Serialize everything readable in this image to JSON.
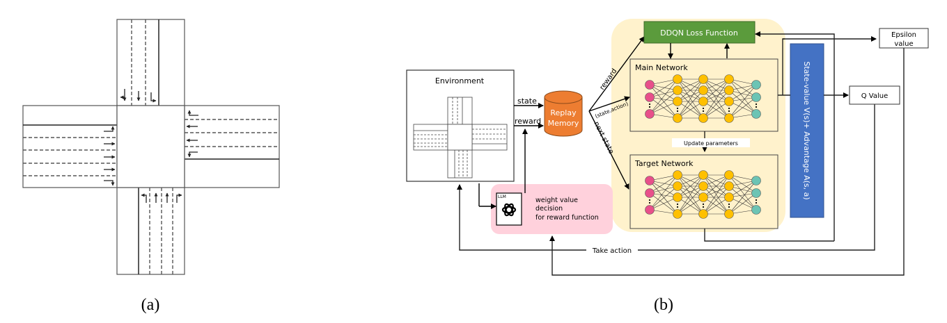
{
  "figure_a": {
    "caption": "(a)",
    "title": "Four-way intersection lane layout",
    "approaches": [
      {
        "name": "north",
        "movements": [
          "left",
          "through",
          "right"
        ]
      },
      {
        "name": "south",
        "movements": [
          "left",
          "through",
          "through",
          "right"
        ]
      },
      {
        "name": "west",
        "movements": [
          "left",
          "through",
          "through",
          "through",
          "right"
        ]
      },
      {
        "name": "east",
        "movements": [
          "left",
          "through",
          "through",
          "right"
        ]
      }
    ]
  },
  "figure_b": {
    "caption": "(b)",
    "environment": {
      "title": "Environment"
    },
    "arrows": {
      "state": "state",
      "reward": "reward",
      "reward_to_loss": "reward",
      "state_action": "(state,action)",
      "next_state": "next state",
      "take_action": "Take action"
    },
    "replay_memory": {
      "line1": "Replay",
      "line2": "Memory"
    },
    "llm_block": {
      "badge": "LLM",
      "icon": "openai-logo-icon",
      "text_lines": [
        "weight value",
        "decision",
        "for reward function"
      ]
    },
    "loss": {
      "label": "DDQN Loss Function"
    },
    "main_network": {
      "title": "Main Network"
    },
    "target_network": {
      "title": "Target Network"
    },
    "update": {
      "label": "Update parameters"
    },
    "dueling": {
      "label": "State-value V(s)+ Advantage  A(s, a)"
    },
    "q_value": {
      "label": "Q Value"
    },
    "epsilon": {
      "line1": "Epsilon",
      "line2": "value"
    },
    "colors": {
      "orange": "#ED7D31",
      "green": "#5B9B3C",
      "blue": "#4472C4",
      "pink_panel": "#FFD1DC",
      "yellow_panel": "#FFF2CC",
      "input_node": "#E8508A",
      "hidden_node": "#FFC000",
      "output_node": "#6CC4B4"
    }
  }
}
